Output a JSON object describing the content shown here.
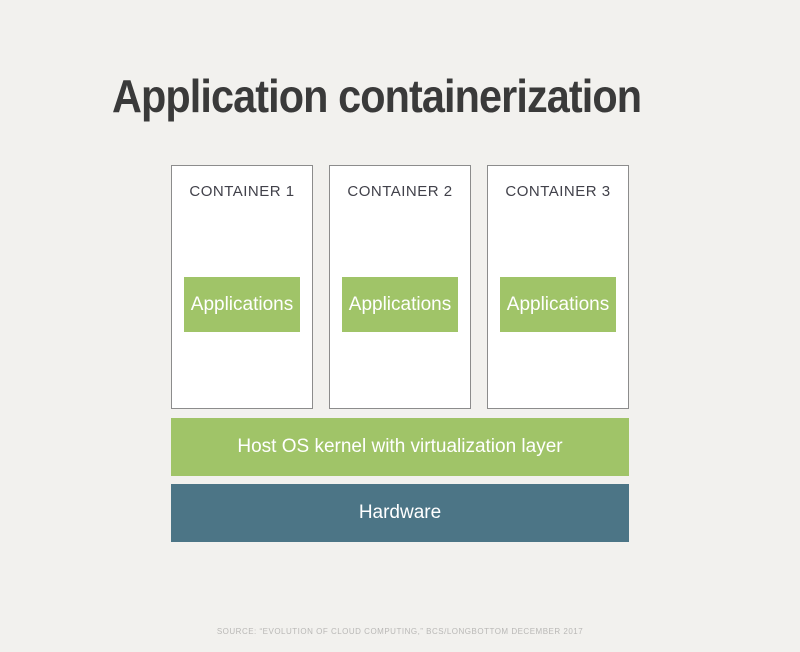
{
  "title": "Application containerization",
  "containers": [
    {
      "label": "CONTAINER 1",
      "app_label": "Applications"
    },
    {
      "label": "CONTAINER 2",
      "app_label": "Applications"
    },
    {
      "label": "CONTAINER 3",
      "app_label": "Applications"
    }
  ],
  "layers": {
    "host_os": "Host OS kernel with virtualization layer",
    "hardware": "Hardware"
  },
  "source": "SOURCE: “EVOLUTION OF CLOUD COMPUTING,” BCS/LONGBOTTOM DECEMBER 2017",
  "colors": {
    "background": "#f2f1ee",
    "green": "#a0c468",
    "teal": "#4c7586",
    "title_text": "#3a3a3a",
    "container_label_text": "#41414a",
    "container_border": "#8c8c8c",
    "source_text": "#b9b8b6"
  }
}
